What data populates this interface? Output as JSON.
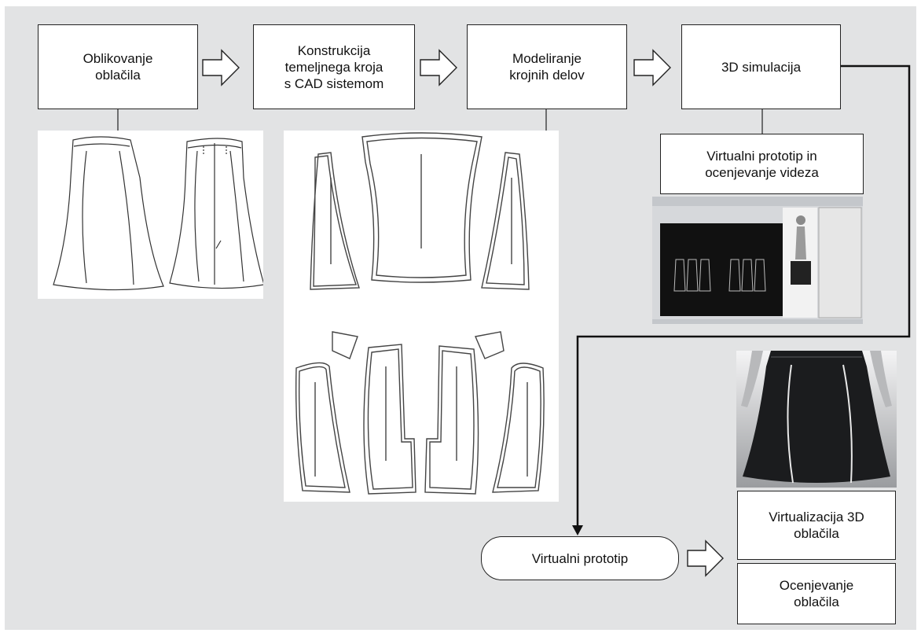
{
  "steps": {
    "step1": "Oblikovanje\noblačila",
    "step2": "Konstrukcija\ntemeljnega kroja\ns CAD sistemom",
    "step3": "Modeliranje\nkrojnih delov",
    "step4": "3D simulacija"
  },
  "sub_step": "Virtualni prototip in\nocenjevanje videza",
  "virtual_prototype": "Virtualni prototip",
  "outcomes": {
    "virtualization": "Virtualizacija 3D\noblačila",
    "evaluation": "Ocenjevanje\noblačila"
  },
  "colors": {
    "background": "#e2e3e4",
    "box_fill": "#ffffff",
    "line": "#222222",
    "screen_dark": "#111111",
    "skirt_dark": "#1b1c1e"
  },
  "icons": [
    "arrow-right-icon",
    "skirt-sketch-icon",
    "pattern-pieces-icon",
    "cad-screenshot-icon",
    "3d-skirt-render-icon"
  ]
}
